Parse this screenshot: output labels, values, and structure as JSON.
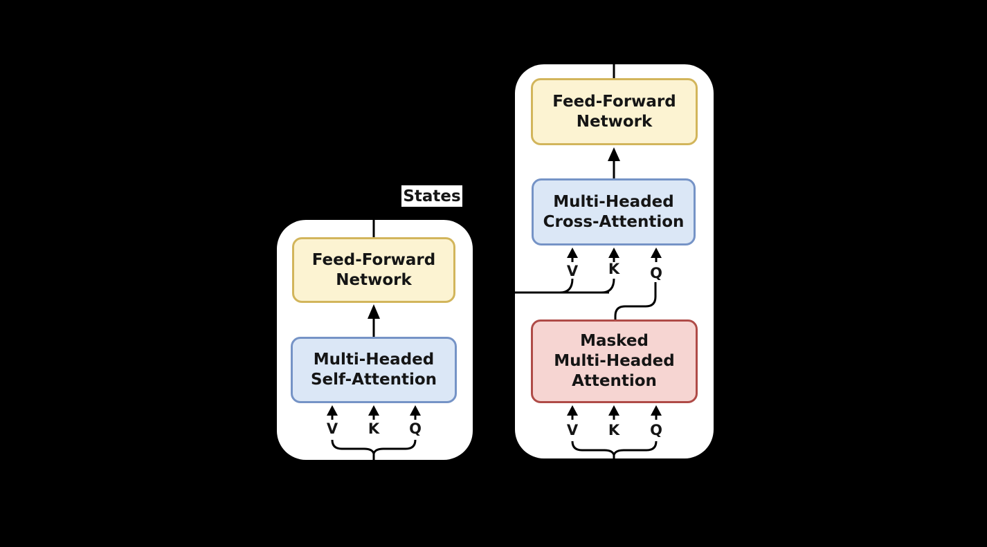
{
  "colors": {
    "background": "#000000",
    "block_bg": "#ffffff",
    "ffn_fill": "#fcf3d2",
    "ffn_border": "#d2b55b",
    "attention_fill": "#dbe7f6",
    "attention_border": "#7593c6",
    "masked_fill": "#f6d5d2",
    "masked_border": "#af4b47",
    "line": "#000000",
    "text": "#151515"
  },
  "states_label": "States",
  "encoder": {
    "ffn_label": "Feed-Forward\nNetwork",
    "self_attention_label": "Multi-Headed\nSelf-Attention",
    "inputs": [
      "V",
      "K",
      "Q"
    ]
  },
  "decoder": {
    "ffn_label": "Feed-Forward\nNetwork",
    "cross_attention_label": "Multi-Headed\nCross-Attention",
    "cross_attention_inputs": [
      "V",
      "K",
      "Q"
    ],
    "masked_attention_label": "Masked\nMulti-Headed\nAttention",
    "inputs": [
      "V",
      "K",
      "Q"
    ]
  }
}
